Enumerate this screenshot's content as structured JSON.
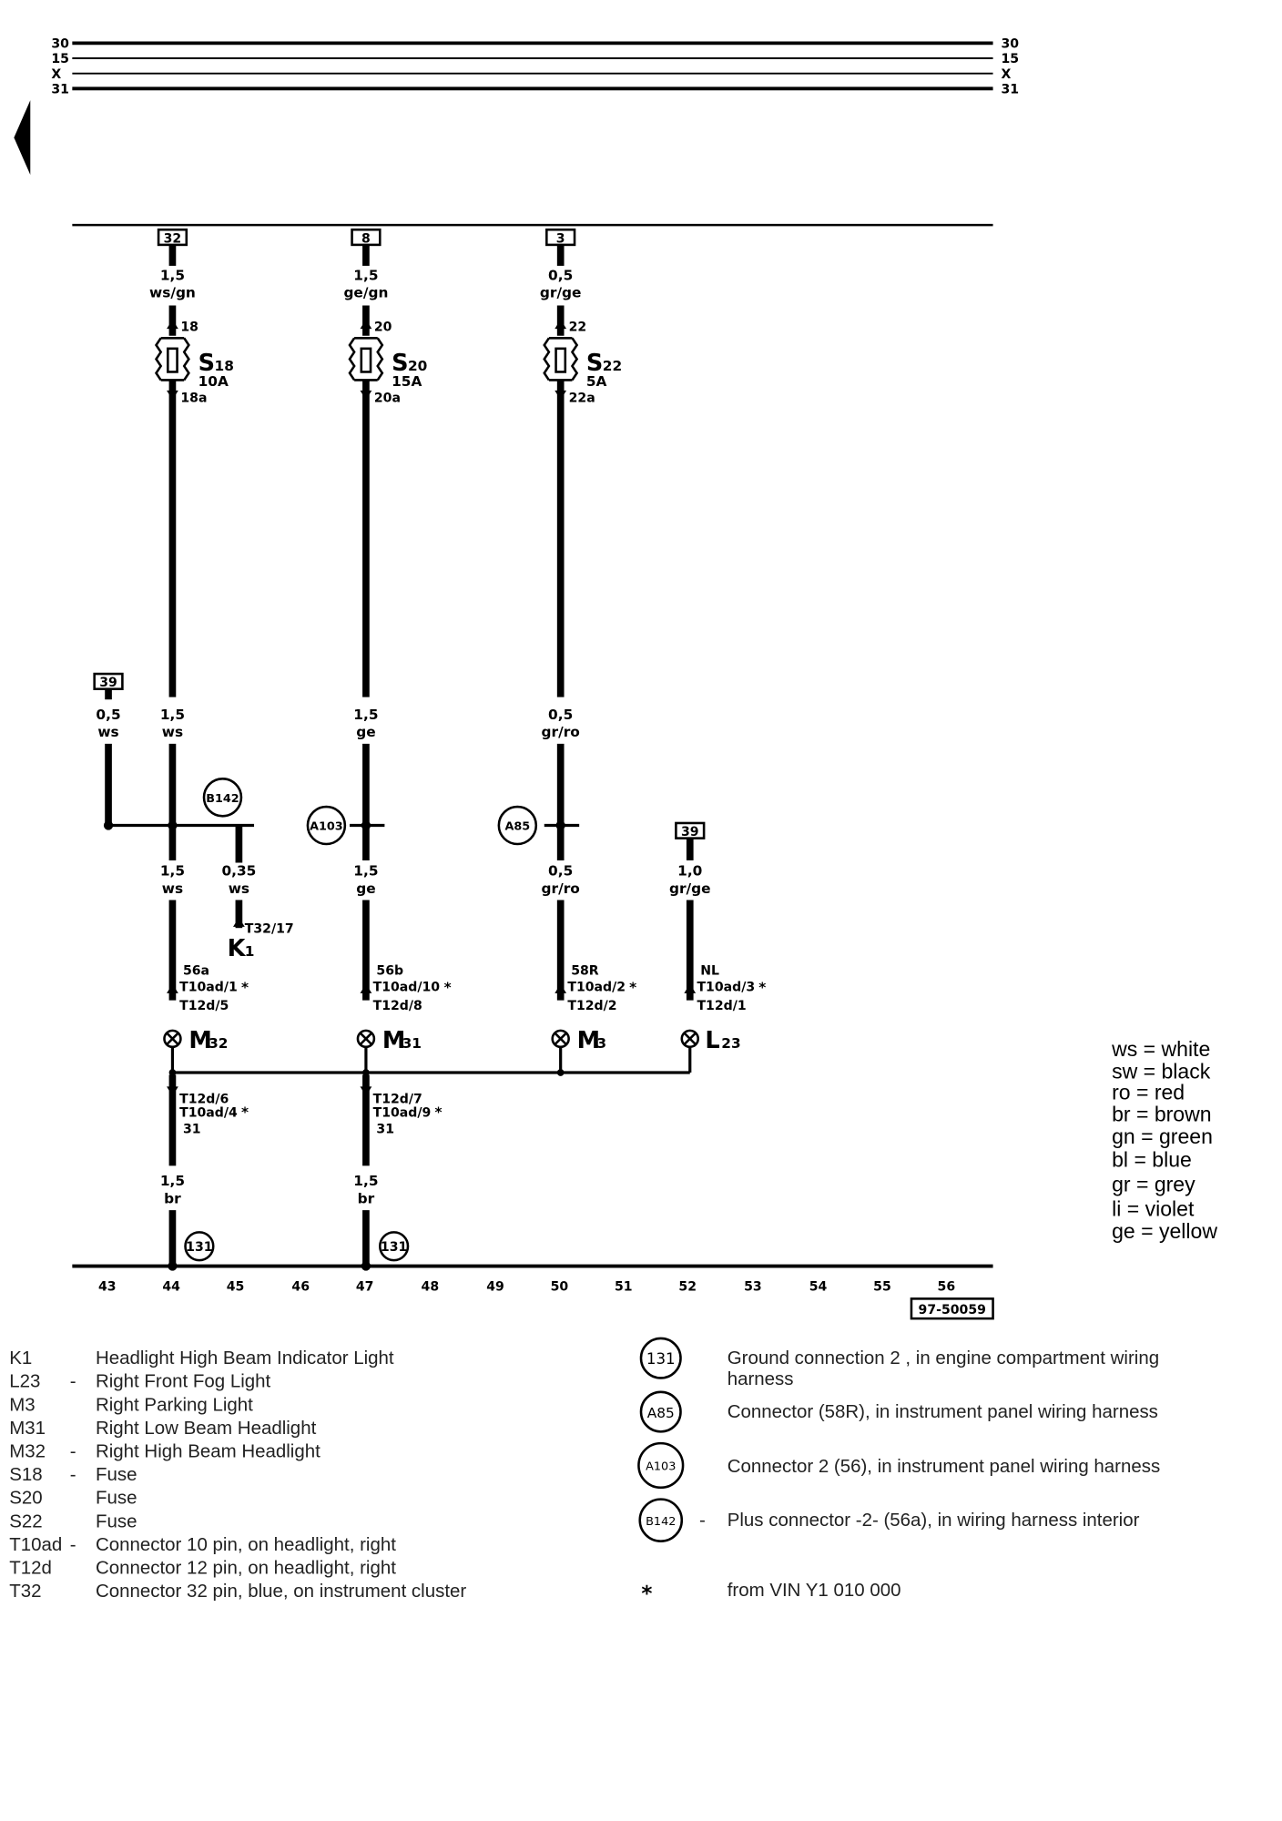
{
  "rails": [
    {
      "label": "30"
    },
    {
      "label": "15"
    },
    {
      "label": "X"
    },
    {
      "label": "31"
    }
  ],
  "connectors_top": [
    {
      "id": "32"
    },
    {
      "id": "8"
    },
    {
      "id": "3"
    }
  ],
  "wires": {
    "s18_in": {
      "size": "1,5",
      "color": "ws/gn"
    },
    "s20_in": {
      "size": "1,5",
      "color": "ge/gn"
    },
    "s22_in": {
      "size": "0,5",
      "color": "gr/ge"
    },
    "w39": {
      "size": "0,5",
      "color": "ws"
    },
    "w1_mid": {
      "size": "1,5",
      "color": "ws"
    },
    "w2_mid": {
      "size": "1,5",
      "color": "ge"
    },
    "w3_mid": {
      "size": "0,5",
      "color": "gr/ro"
    },
    "w1_low": {
      "size": "1,5",
      "color": "ws"
    },
    "wk1": {
      "size": "0,35",
      "color": "ws"
    },
    "w2_low": {
      "size": "1,5",
      "color": "ge"
    },
    "w3_low": {
      "size": "0,5",
      "color": "gr/ro"
    },
    "w4_low": {
      "size": "1,0",
      "color": "gr/ge"
    },
    "g1": {
      "size": "1,5",
      "color": "br"
    },
    "g2": {
      "size": "1,5",
      "color": "br"
    }
  },
  "fuses": [
    {
      "name": "S",
      "sub": "18",
      "rating": "10A",
      "pin_in": "18",
      "pin_out": "18a"
    },
    {
      "name": "S",
      "sub": "20",
      "rating": "15A",
      "pin_in": "20",
      "pin_out": "20a"
    },
    {
      "name": "S",
      "sub": "22",
      "rating": "5A",
      "pin_in": "22",
      "pin_out": "22a"
    }
  ],
  "box39a": "39",
  "box39b": "39",
  "circles": {
    "b142": "B142",
    "a103": "A103",
    "a85": "A85",
    "g131a": "131",
    "g131b": "131"
  },
  "k1": {
    "pin": "T32/17",
    "name": "K",
    "sub": "1"
  },
  "lamp_pins": [
    {
      "term": "56a",
      "p1": "T10ad/1",
      "star": "*",
      "p2": "T12d/5"
    },
    {
      "term": "56b",
      "p1": "T10ad/10",
      "star": "*",
      "p2": "T12d/8"
    },
    {
      "term": "58R",
      "p1": "T10ad/2",
      "star": "*",
      "p2": "T12d/2"
    },
    {
      "term": "NL",
      "p1": "T10ad/3",
      "star": "*",
      "p2": "T12d/1"
    }
  ],
  "lamps": [
    {
      "name": "M",
      "sub": "32"
    },
    {
      "name": "M",
      "sub": "31"
    },
    {
      "name": "M",
      "sub": "3"
    },
    {
      "name": "L",
      "sub": "23"
    }
  ],
  "ground_pins": [
    {
      "p1": "T12d/6",
      "p2": "T10ad/4",
      "star": "*",
      "term": "31"
    },
    {
      "p1": "T12d/7",
      "p2": "T10ad/9",
      "star": "*",
      "term": "31"
    }
  ],
  "scale": [
    "43",
    "44",
    "45",
    "46",
    "47",
    "48",
    "49",
    "50",
    "51",
    "52",
    "53",
    "54",
    "55",
    "56"
  ],
  "ref_number": "97-50059",
  "color_legend": [
    "ws = white",
    "sw = black",
    "ro  = red",
    "br  = brown",
    "gn  = green",
    "bl  = blue",
    "gr  = grey",
    "li   = violet",
    "ge  = yellow"
  ],
  "component_legend": [
    {
      "code": "K1",
      "dash": "",
      "desc": "Headlight High Beam Indicator Light"
    },
    {
      "code": "L23",
      "dash": "-",
      "desc": "Right Front Fog Light"
    },
    {
      "code": "M3",
      "dash": "",
      "desc": "Right Parking Light"
    },
    {
      "code": "M31",
      "dash": "",
      "desc": "Right Low Beam Headlight"
    },
    {
      "code": "M32",
      "dash": "-",
      "desc": "Right High Beam Headlight"
    },
    {
      "code": "S18",
      "dash": "-",
      "desc": "Fuse"
    },
    {
      "code": "S20",
      "dash": "",
      "desc": "Fuse"
    },
    {
      "code": "S22",
      "dash": "",
      "desc": "Fuse"
    },
    {
      "code": "T10ad",
      "dash": "-",
      "desc": "Connector 10 pin, on headlight, right"
    },
    {
      "code": "T12d",
      "dash": "",
      "desc": "Connector 12 pin, on headlight, right"
    },
    {
      "code": "T32",
      "dash": "",
      "desc": "Connector 32 pin, blue, on instrument cluster"
    }
  ],
  "connector_legend": [
    {
      "symbol": "131",
      "dash": "",
      "desc1": "Ground connection  2 , in engine compartment wiring",
      "desc2": "harness"
    },
    {
      "symbol": "A85",
      "dash": "",
      "desc1": "Connector (58R), in instrument panel wiring harness",
      "desc2": ""
    },
    {
      "symbol": "A103",
      "dash": "",
      "desc1": "Connector  2  (56), in instrument panel wiring harness",
      "desc2": ""
    },
    {
      "symbol": "B142",
      "dash": "-",
      "desc1": "Plus connector -2- (56a), in wiring harness interior",
      "desc2": ""
    },
    {
      "symbol": "*",
      "dash": "",
      "desc1": "from VIN Y1 010 000",
      "desc2": ""
    }
  ]
}
